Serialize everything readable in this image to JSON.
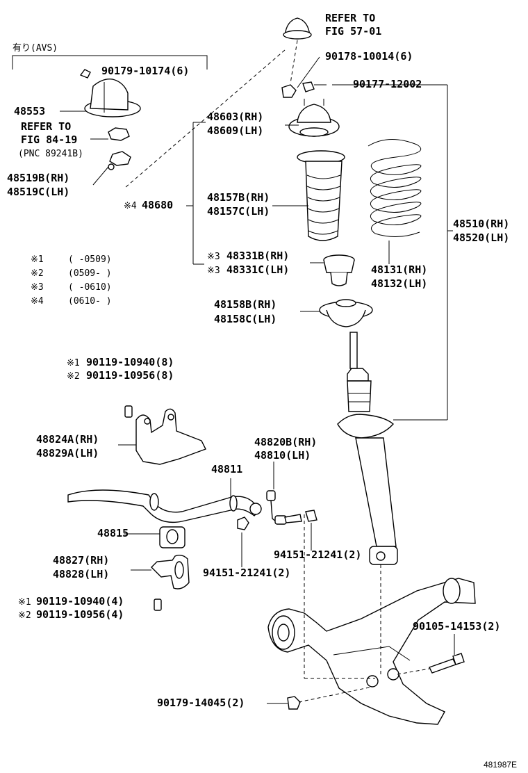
{
  "refs": {
    "top_ref_line1": "REFER TO",
    "top_ref_line2": "FIG 57-01",
    "left_ref_line1": "REFER TO",
    "left_ref_line2": "FIG 84-19",
    "left_ref_pnc": "(PNC 89241B)"
  },
  "avs_bracket_label": "有り(AVS)",
  "parts": {
    "p90178": "90178-10014(6)",
    "p90177": "90177-12002",
    "p90179_10174": "90179-10174(6)",
    "p48553": "48553",
    "p48603": "48603(RH)",
    "p48609": "48609(LH)",
    "p48519b": "48519B(RH)",
    "p48519c": "48519C(LH)",
    "p48680": "48680",
    "p48157b": "48157B(RH)",
    "p48157c": "48157C(LH)",
    "p48331b": "48331B(RH)",
    "p48331c": "48331C(LH)",
    "p48131": "48131(RH)",
    "p48132": "48132(LH)",
    "p48510": "48510(RH)",
    "p48520": "48520(LH)",
    "p48158b": "48158B(RH)",
    "p48158c": "48158C(LH)",
    "p90119_10940_top": "90119-10940(8)",
    "p90119_10956_top": "90119-10956(8)",
    "p48824a": "48824A(RH)",
    "p48829a": "48829A(LH)",
    "p48820b": "48820B(RH)",
    "p48810": "48810(LH)",
    "p48811": "48811",
    "p48815": "48815",
    "p94151_right": "94151-21241(2)",
    "p94151_left": "94151-21241(2)",
    "p48827": "48827(RH)",
    "p48828": "48828(LH)",
    "p90119_10940_bot": "90119-10940(4)",
    "p90119_10956_bot": "90119-10956(4)",
    "p90105": "90105-14153(2)",
    "p90179_14045": "90179-14045(2)"
  },
  "marks": {
    "m1": "※1",
    "m2": "※2",
    "m3": "※3",
    "m4": "※4"
  },
  "legend": [
    {
      "mark": "※1",
      "range": "(     -0509)"
    },
    {
      "mark": "※2",
      "range": "(0509-     )"
    },
    {
      "mark": "※3",
      "range": "(     -0610)"
    },
    {
      "mark": "※4",
      "range": "(0610-     )"
    }
  ],
  "figure_id": "481987E"
}
